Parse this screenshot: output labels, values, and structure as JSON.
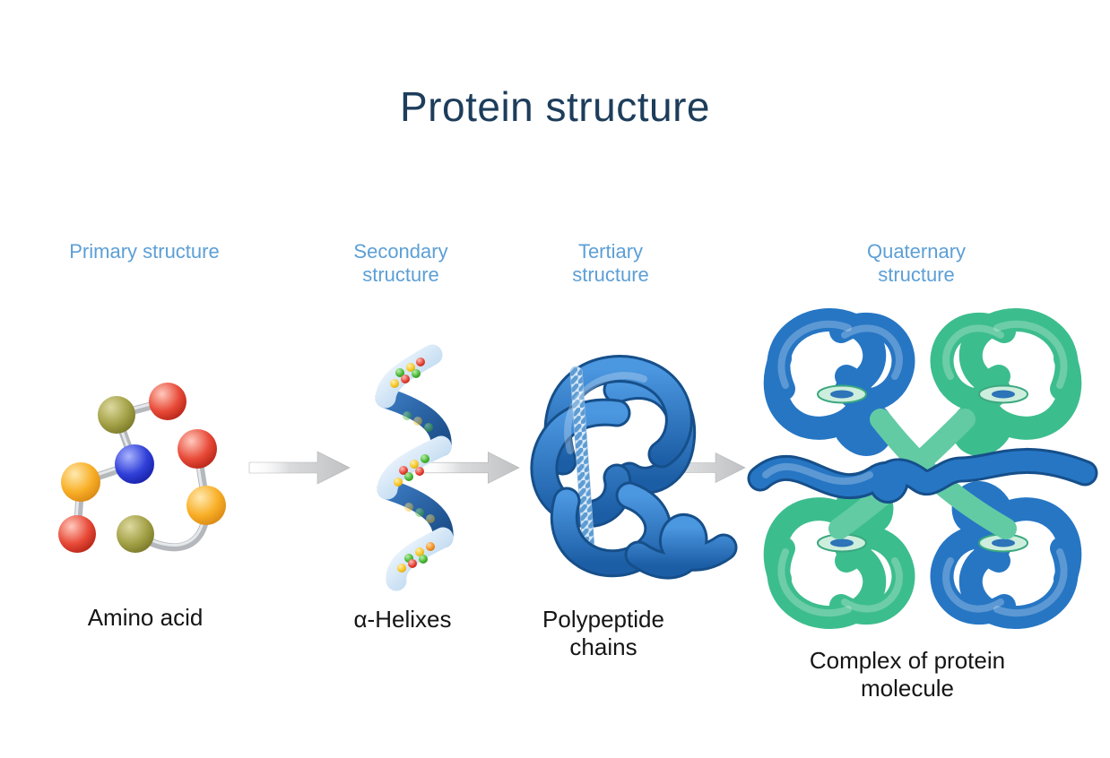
{
  "title": "Protein structure",
  "stages": [
    {
      "label": "Primary structure",
      "caption": "Amino acid"
    },
    {
      "label": "Secondary structure",
      "caption": "α-Helixes"
    },
    {
      "label": "Tertiary structure",
      "caption": "Polypeptide chains"
    },
    {
      "label": "Quaternary structure",
      "caption": "Complex of protein molecule"
    }
  ],
  "icons": {
    "arrow": "arrow-right-icon",
    "primary": "amino-acid-chain-illustration",
    "secondary": "alpha-helix-illustration",
    "tertiary": "polypeptide-chain-illustration",
    "quaternary": "protein-complex-illustration"
  },
  "colors": {
    "title_text": "#1d3d5b",
    "stage_label": "#5c9fd6",
    "caption_text": "#151515",
    "arrow_gray": "#c3c5c7",
    "chain_blue": "#2676c4",
    "chain_green": "#3cbd8d",
    "bead_red": "#d6362a",
    "bead_yellow": "#f6a81f",
    "bead_olive": "#9a983f",
    "bead_blue": "#2737cf",
    "connector_gray": "#b4b8bc",
    "helix_light": "#cfe3f6",
    "helix_dark": "#2a68ae",
    "residue_green": "#43b32e",
    "residue_yellow": "#f5c41c",
    "residue_red": "#e23b2e",
    "residue_orange": "#f28c1a",
    "disc_fill": "#cdeedd",
    "disc_ring": "#3aa87f",
    "disc_center": "#2d74b8"
  }
}
